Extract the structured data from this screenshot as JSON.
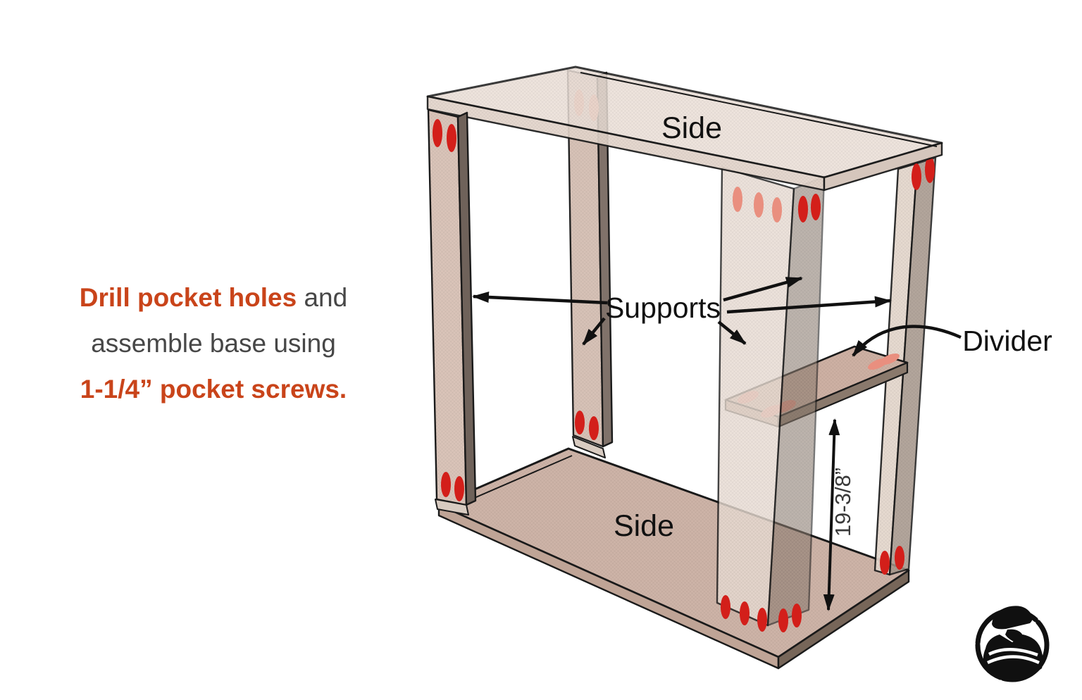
{
  "instruction": {
    "line1_accent": "Drill pocket holes",
    "line1_rest": " and",
    "line2": "assemble base using",
    "line3_accent": "1-1/4” pocket screws."
  },
  "diagram": {
    "labels": {
      "side_top": "Side",
      "side_bottom": "Side",
      "supports": "Supports",
      "divider": "Divider",
      "dimension": "19-3/8”"
    },
    "parts": [
      "Side",
      "Side",
      "Supports",
      "Divider"
    ],
    "arrow_count_supports": 5
  },
  "colors": {
    "accent_orange": "#C9441A",
    "instruction_dark": "#474747",
    "pocket_red": "#D31F1A",
    "pocket_salmon": "#E98F7F",
    "wood_light": "#EADFD7",
    "wood_pink": "#CDB3A7",
    "wood_edge_dark": "#776659",
    "outline": "#1A1A1A",
    "logo_black": "#101010"
  }
}
